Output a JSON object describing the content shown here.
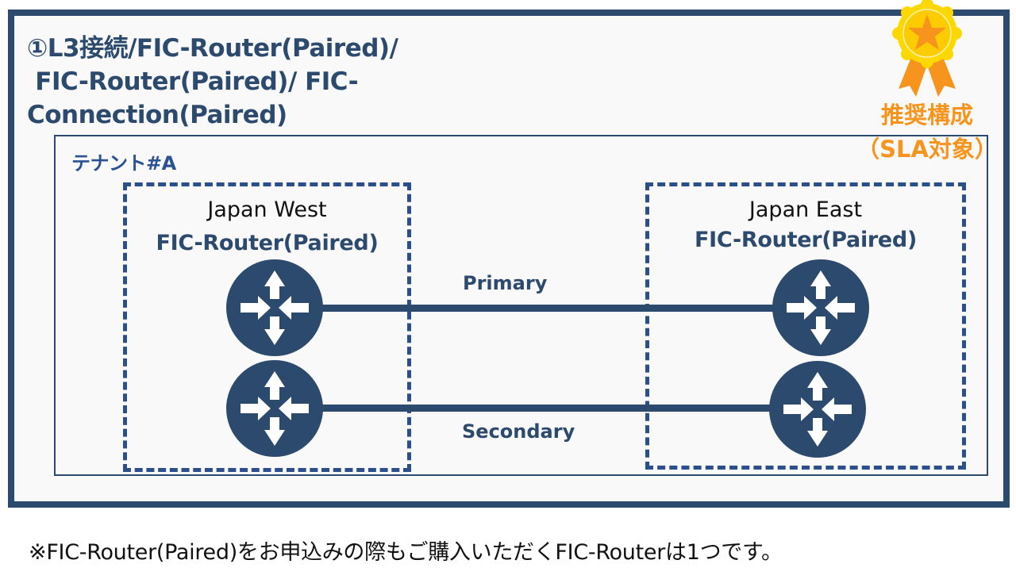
{
  "title": {
    "lines": [
      "①L3接続/FIC-Router(Paired)/",
      " FIC-Router(Paired)/ FIC-",
      "Connection(Paired)"
    ]
  },
  "badge": {
    "icon": "award-medal-star-icon",
    "line1": "推奨構成",
    "line2": "（SLA対象）",
    "colors": {
      "medal": "#fdd700",
      "star": "#f7941d",
      "text": "#f7941d"
    }
  },
  "tenant": {
    "label": "テナント#A"
  },
  "regions": [
    {
      "id": "west",
      "name": "Japan West",
      "router_label": "FIC-Router(Paired)"
    },
    {
      "id": "east",
      "name": "Japan East",
      "router_label": "FIC-Router(Paired)"
    }
  ],
  "links": [
    {
      "label": "Primary",
      "from": "Japan West router 1",
      "to": "Japan East router 1"
    },
    {
      "label": "Secondary",
      "from": "Japan West router 2",
      "to": "Japan East router 2"
    }
  ],
  "router_icon": "router-icon",
  "footnote": "※FIC-Router(Paired)をお申込みの際もご購入いただくFIC-Routerは1つです。",
  "colors": {
    "primary": "#2c4a6e",
    "dashed": "#2a4f8c",
    "tenant_label": "#2a5294",
    "background": "#f9f9f9"
  }
}
